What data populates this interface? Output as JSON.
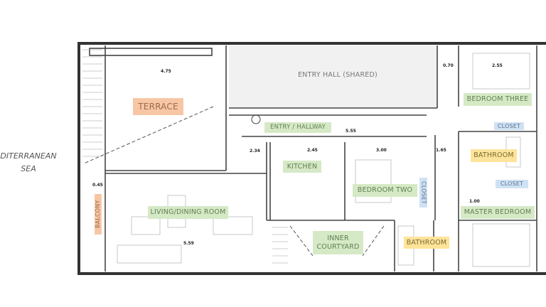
{
  "sea_label": {
    "line1": "DITERRANEAN",
    "line2": "SEA"
  },
  "rooms": {
    "terrace": "TERRACE",
    "entry_hall": "ENTRY HALL (SHARED)",
    "entry_hallway": "ENTRY / HALLWAY",
    "kitchen": "KITCHEN",
    "bedroom_two": "BEDROOM TWO",
    "closet_bedroom_two": "CLOSET",
    "bedroom_three": "BEDROOM THREE",
    "closet_upper": "CLOSET",
    "bathroom_master": "BATHROOM",
    "closet_lower": "CLOSET",
    "master_bedroom": "MASTER BEDROOM",
    "bathroom_hall": "BATHROOM",
    "inner_courtyard": {
      "line1": "INNER",
      "line2": "COURTYARD"
    },
    "living_dining": "LIVING/DINING ROOM",
    "balcony": "BALCONY"
  },
  "dimensions": [
    "4.75",
    "2.34",
    "2.45",
    "5.55",
    "3.00",
    "1.65",
    "1.00",
    "5.59",
    "0.45",
    "0.70",
    "2.55"
  ],
  "colors": {
    "green": "#d6e9c6",
    "orange": "#f7c7a5",
    "yellow": "#fde49a",
    "blue": "#cfe2f3",
    "wall": "#333333",
    "hall": "#f1f1f1"
  }
}
